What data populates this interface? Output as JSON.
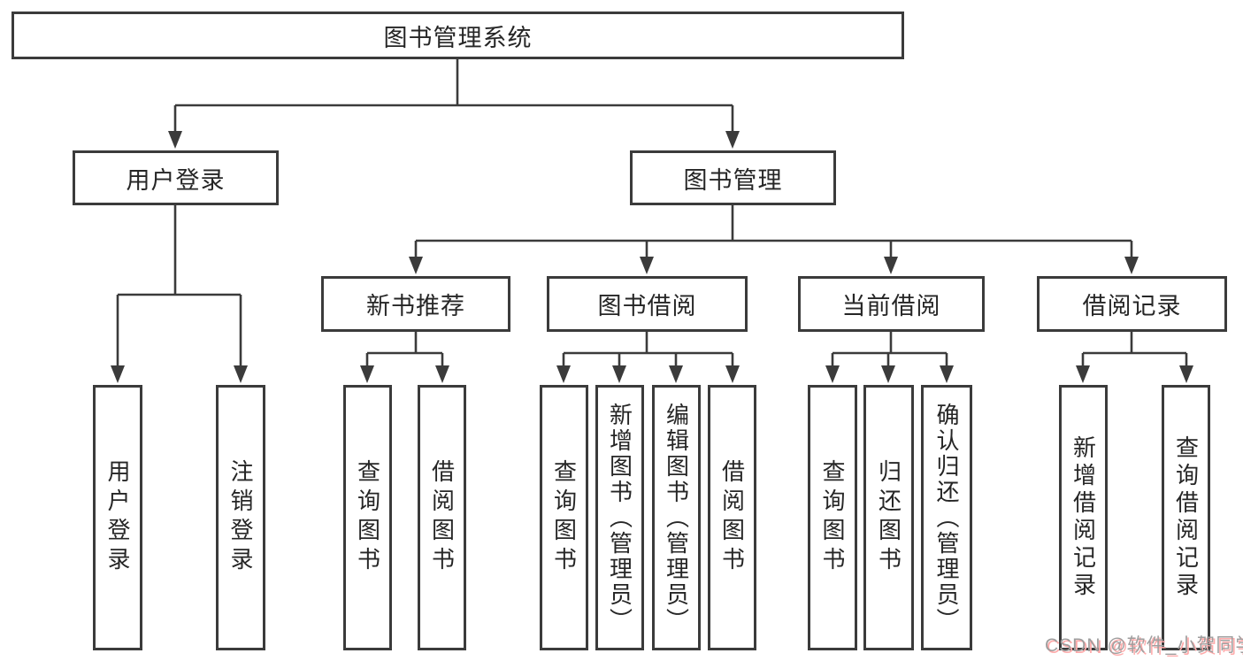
{
  "diagram": {
    "type": "tree",
    "root": {
      "label": "图书管理系统"
    },
    "branches": [
      {
        "label": "用户登录",
        "children": [
          {
            "label": "用户登录"
          },
          {
            "label": "注销登录"
          }
        ]
      },
      {
        "label": "图书管理",
        "children": [
          {
            "label": "新书推荐",
            "children": [
              {
                "label": "查询图书"
              },
              {
                "label": "借阅图书"
              }
            ]
          },
          {
            "label": "图书借阅",
            "children": [
              {
                "label": "查询图书"
              },
              {
                "label": "新增图书（管理员）"
              },
              {
                "label": "编辑图书（管理员）"
              },
              {
                "label": "借阅图书"
              }
            ]
          },
          {
            "label": "当前借阅",
            "children": [
              {
                "label": "查询图书"
              },
              {
                "label": "归还图书"
              },
              {
                "label": "确认归还（管理员）"
              }
            ]
          },
          {
            "label": "借阅记录",
            "children": [
              {
                "label": "新增借阅记录"
              },
              {
                "label": "查询借阅记录"
              }
            ]
          }
        ]
      }
    ],
    "watermark": {
      "text": "CSDN @软件_小贺同学"
    },
    "colors": {
      "line": "#3b3b3b",
      "box_border": "#3b3b3b",
      "text": "#262626",
      "watermark_text": "#9e9e9e",
      "watermark_shadow": "#ffaaaa",
      "background": "#ffffff"
    }
  }
}
